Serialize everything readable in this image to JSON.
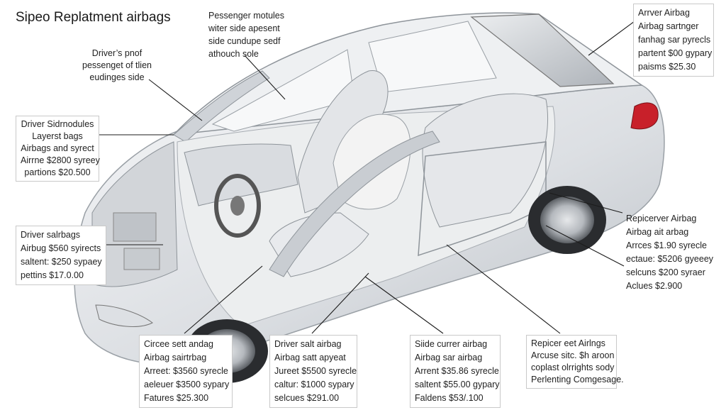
{
  "title": "Sipeo Replatment airbags",
  "callouts": {
    "passenger_modules": [
      "Pessenger motules",
      "witer side apesent",
      "side cundupe sedf",
      "athouch sole"
    ],
    "driver_pnof": [
      "Driver’s pnof",
      "pessenget of tlien",
      "eudinges side"
    ],
    "driver_sidemodules": [
      "Driver Sidrnodules",
      "Layerst bags",
      "Airbags and syrect",
      "Airrne $2800 syreey",
      "partions $20.500"
    ],
    "driver_salrbags": [
      "Driver salrbags",
      "Airbug $560 syirects",
      "saltent: $250 sypaey",
      "pettins $17.0.00"
    ],
    "arrver_airbag": [
      "Arrver Airbag",
      "Airbag sartnger",
      "fanhag sar pyrecls",
      "partent $00 gypary",
      "paisms $25.30"
    ],
    "repicerver_airbag": [
      "Repicerver Airbag",
      "Airbag ait arbag",
      "Arrces $1.90 syrecle",
      "ectaue: $5206 gyeeey",
      "selcuns $200 syraer",
      "Aclues $2.900"
    ],
    "circee_sett": [
      "Circee sett andag",
      "Airbag sairtrbag",
      "Arreet: $3560 syrecle",
      "aeleuer $3500 sypary",
      "Fatures $25.300"
    ],
    "driver_salt": [
      "Driver salt airbag",
      "Airbag satt apyeat",
      "Jureet $5500 syrecle",
      "caltur: $1000 sypary",
      "selcues $291.00"
    ],
    "siide_curer": [
      "Siide currer airbag",
      "Airbag sar airbag",
      "Arrent $35.86 syrecle",
      "saltent $55.00 gypary",
      "Faldens $53/.100"
    ],
    "repicer_eet": [
      "Repicer eet Airlngs",
      "Arcuse sitc. $h aroon",
      "coplast olrrights sody",
      "Perlenting Comgesage."
    ]
  },
  "colors": {
    "leader": "#1c1c1c",
    "box_border": "#c9c9c9",
    "car_body": "#e4e6ea",
    "glass": "#cfd3d8",
    "taillight": "#c8202a",
    "airbag": "#f2f2f2"
  }
}
